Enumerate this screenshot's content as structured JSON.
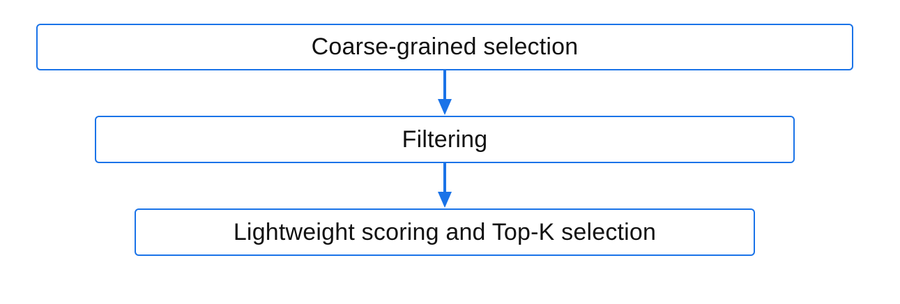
{
  "colors": {
    "accent": "#1a73e8",
    "text": "#111111",
    "background": "#ffffff"
  },
  "flow": {
    "stages": [
      {
        "label": "Coarse-grained selection"
      },
      {
        "label": "Filtering"
      },
      {
        "label": "Lightweight scoring and Top-K selection"
      }
    ]
  }
}
